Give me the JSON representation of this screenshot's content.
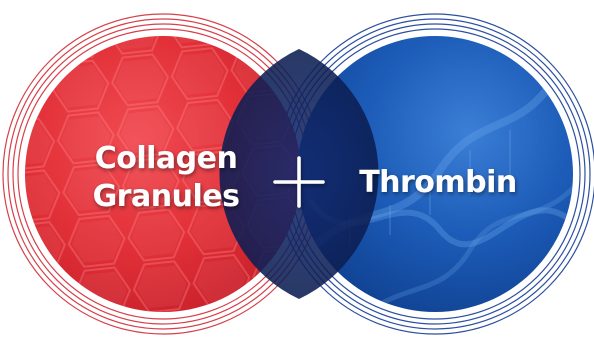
{
  "left_circle": {
    "label_line1": "Collagen",
    "label_line2": "Granules",
    "color": "#e8323b"
  },
  "right_circle": {
    "label": "Thrombin",
    "color": "#1a58b5"
  },
  "overlap": {
    "symbol": "+",
    "color": "#0d1f5a"
  },
  "ring_colors": {
    "left": "#d6404a",
    "right": "#2c4fa0"
  }
}
